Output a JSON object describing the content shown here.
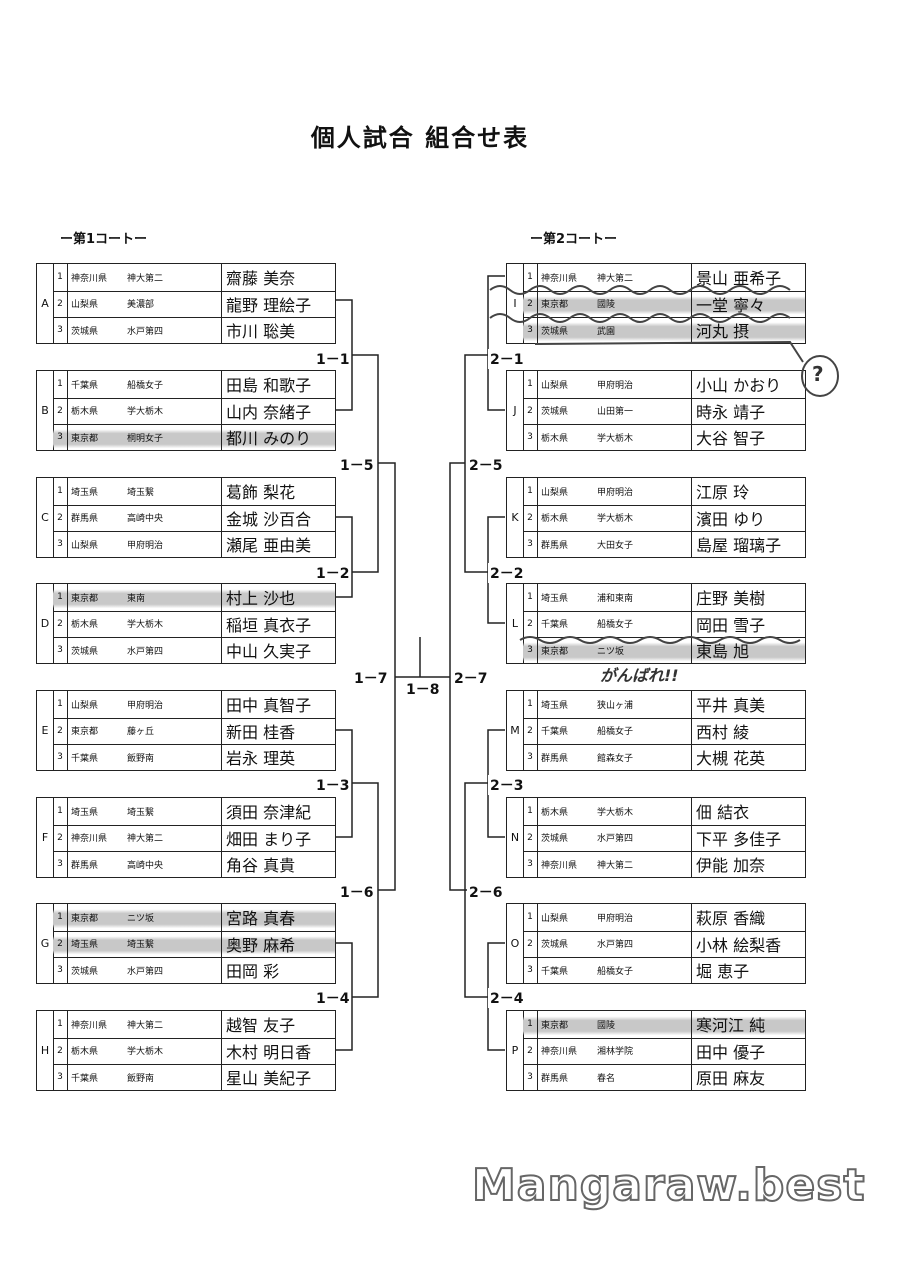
{
  "title": "個人試合 組合せ表",
  "court1": "ー第1コートー",
  "court2": "ー第2コートー",
  "groups": [
    {
      "id": "A",
      "players": [
        {
          "n": "1",
          "pref": "神奈川県",
          "school": "神大第二",
          "name": "齋藤 美奈"
        },
        {
          "n": "2",
          "pref": "山梨県",
          "school": "美濃部",
          "name": "龍野 理絵子"
        },
        {
          "n": "3",
          "pref": "茨城県",
          "school": "水戸第四",
          "name": "市川 聡美"
        }
      ]
    },
    {
      "id": "B",
      "players": [
        {
          "n": "1",
          "pref": "千葉県",
          "school": "船橋女子",
          "name": "田島 和歌子"
        },
        {
          "n": "2",
          "pref": "栃木県",
          "school": "学大栃木",
          "name": "山内 奈緒子"
        },
        {
          "n": "3",
          "pref": "東京都",
          "school": "桐明女子",
          "name": "都川 みのり"
        }
      ]
    },
    {
      "id": "C",
      "players": [
        {
          "n": "1",
          "pref": "埼玉県",
          "school": "埼玉繋",
          "name": "葛飾 梨花"
        },
        {
          "n": "2",
          "pref": "群馬県",
          "school": "高崎中央",
          "name": "金城 沙百合"
        },
        {
          "n": "3",
          "pref": "山梨県",
          "school": "甲府明治",
          "name": "瀬尾 亜由美"
        }
      ]
    },
    {
      "id": "D",
      "players": [
        {
          "n": "1",
          "pref": "東京都",
          "school": "東南",
          "name": "村上 沙也"
        },
        {
          "n": "2",
          "pref": "栃木県",
          "school": "学大栃木",
          "name": "稲垣 真衣子"
        },
        {
          "n": "3",
          "pref": "茨城県",
          "school": "水戸第四",
          "name": "中山 久実子"
        }
      ]
    },
    {
      "id": "E",
      "players": [
        {
          "n": "1",
          "pref": "山梨県",
          "school": "甲府明治",
          "name": "田中 真智子"
        },
        {
          "n": "2",
          "pref": "東京都",
          "school": "藤ヶ丘",
          "name": "新田 桂香"
        },
        {
          "n": "3",
          "pref": "千葉県",
          "school": "飯野南",
          "name": "岩永 理英"
        }
      ]
    },
    {
      "id": "F",
      "players": [
        {
          "n": "1",
          "pref": "埼玉県",
          "school": "埼玉繋",
          "name": "須田 奈津紀"
        },
        {
          "n": "2",
          "pref": "神奈川県",
          "school": "神大第二",
          "name": "畑田 まり子"
        },
        {
          "n": "3",
          "pref": "群馬県",
          "school": "高崎中央",
          "name": "角谷 真貴"
        }
      ]
    },
    {
      "id": "G",
      "players": [
        {
          "n": "1",
          "pref": "東京都",
          "school": "ニツ坂",
          "name": "宮路 真春"
        },
        {
          "n": "2",
          "pref": "埼玉県",
          "school": "埼玉繋",
          "name": "奥野 麻希"
        },
        {
          "n": "3",
          "pref": "茨城県",
          "school": "水戸第四",
          "name": "田岡 彩"
        }
      ]
    },
    {
      "id": "H",
      "players": [
        {
          "n": "1",
          "pref": "神奈川県",
          "school": "神大第二",
          "name": "越智 友子"
        },
        {
          "n": "2",
          "pref": "栃木県",
          "school": "学大栃木",
          "name": "木村 明日香"
        },
        {
          "n": "3",
          "pref": "千葉県",
          "school": "飯野南",
          "name": "星山 美紀子"
        }
      ]
    },
    {
      "id": "I",
      "players": [
        {
          "n": "1",
          "pref": "神奈川県",
          "school": "神大第二",
          "name": "景山 亜希子"
        },
        {
          "n": "2",
          "pref": "東京都",
          "school": "國陵",
          "name": "一堂 寧々"
        },
        {
          "n": "3",
          "pref": "茨城県",
          "school": "武園",
          "name": "河丸 摂"
        }
      ]
    },
    {
      "id": "J",
      "players": [
        {
          "n": "1",
          "pref": "山梨県",
          "school": "甲府明治",
          "name": "小山 かおり"
        },
        {
          "n": "2",
          "pref": "茨城県",
          "school": "山田第一",
          "name": "時永 靖子"
        },
        {
          "n": "3",
          "pref": "栃木県",
          "school": "学大栃木",
          "name": "大谷 智子"
        }
      ]
    },
    {
      "id": "K",
      "players": [
        {
          "n": "1",
          "pref": "山梨県",
          "school": "甲府明治",
          "name": "江原 玲"
        },
        {
          "n": "2",
          "pref": "栃木県",
          "school": "学大栃木",
          "name": "濱田 ゆり"
        },
        {
          "n": "3",
          "pref": "群馬県",
          "school": "大田女子",
          "name": "島屋 瑠璃子"
        }
      ]
    },
    {
      "id": "L",
      "players": [
        {
          "n": "1",
          "pref": "埼玉県",
          "school": "浦和東南",
          "name": "庄野 美樹"
        },
        {
          "n": "2",
          "pref": "千葉県",
          "school": "船橋女子",
          "name": "岡田 雪子"
        },
        {
          "n": "3",
          "pref": "東京都",
          "school": "ニツ坂",
          "name": "東島 旭"
        }
      ]
    },
    {
      "id": "M",
      "players": [
        {
          "n": "1",
          "pref": "埼玉県",
          "school": "狭山ヶ浦",
          "name": "平井 真美"
        },
        {
          "n": "2",
          "pref": "千葉県",
          "school": "船橋女子",
          "name": "西村 綾"
        },
        {
          "n": "3",
          "pref": "群馬県",
          "school": "館森女子",
          "name": "大槻 花英"
        }
      ]
    },
    {
      "id": "N",
      "players": [
        {
          "n": "1",
          "pref": "栃木県",
          "school": "学大栃木",
          "name": "佃 結衣"
        },
        {
          "n": "2",
          "pref": "茨城県",
          "school": "水戸第四",
          "name": "下平 多佳子"
        },
        {
          "n": "3",
          "pref": "神奈川県",
          "school": "神大第二",
          "name": "伊能 加奈"
        }
      ]
    },
    {
      "id": "O",
      "players": [
        {
          "n": "1",
          "pref": "山梨県",
          "school": "甲府明治",
          "name": "萩原 香織"
        },
        {
          "n": "2",
          "pref": "茨城県",
          "school": "水戸第四",
          "name": "小林 絵梨香"
        },
        {
          "n": "3",
          "pref": "千葉県",
          "school": "船橋女子",
          "name": "堀 恵子"
        }
      ]
    },
    {
      "id": "P",
      "players": [
        {
          "n": "1",
          "pref": "東京都",
          "school": "國陵",
          "name": "寒河江 純"
        },
        {
          "n": "2",
          "pref": "神奈川県",
          "school": "湘林学院",
          "name": "田中 優子"
        },
        {
          "n": "3",
          "pref": "群馬県",
          "school": "春名",
          "name": "原田 麻友"
        }
      ]
    }
  ],
  "matches": {
    "m11": "1－1",
    "m12": "1－2",
    "m13": "1－3",
    "m14": "1－4",
    "m15": "1－5",
    "m16": "1－6",
    "m17": "1－7",
    "m18": "1－8",
    "m21": "2－1",
    "m22": "2－2",
    "m23": "2－3",
    "m24": "2－4",
    "m25": "2－5",
    "m26": "2－6",
    "m27": "2－7"
  },
  "annotations": {
    "question": "?",
    "cheer": "がんばれ!!"
  },
  "watermark": "Mangaraw.best"
}
